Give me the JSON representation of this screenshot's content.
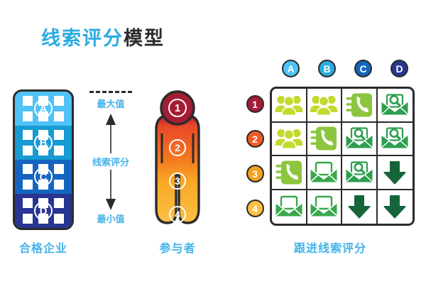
{
  "title": {
    "part_blue": "线索评分",
    "part_dark": "模型",
    "color_blue": "#29ABE2",
    "color_dark": "#2B2B2B"
  },
  "building": {
    "caption": "合格企业",
    "caption_color": "#44B3E8",
    "floors": [
      {
        "letter": "A",
        "color": "#4FC3F7"
      },
      {
        "letter": "B",
        "color": "#189AD3"
      },
      {
        "letter": "C",
        "color": "#1565C0"
      },
      {
        "letter": "D",
        "color": "#283593"
      }
    ]
  },
  "axis": {
    "max_label": "最大值",
    "mid_label": "线索评分",
    "min_label": "最小值",
    "label_color": "#44B3E8",
    "arrow_color": "#555555"
  },
  "person": {
    "caption": "参与者",
    "caption_color": "#44B3E8",
    "head_color": "#A61C34",
    "gradient": [
      "#A61C34",
      "#E8482A",
      "#F47B20",
      "#F9A825",
      "#FBC043"
    ],
    "numbers": [
      "1",
      "2",
      "3",
      "4"
    ]
  },
  "matrix": {
    "caption": "跟进线索评分",
    "caption_color": "#44B3E8",
    "columns": [
      {
        "label": "A",
        "color": "#4FC3F7"
      },
      {
        "label": "B",
        "color": "#2BABE2"
      },
      {
        "label": "C",
        "color": "#1565C0"
      },
      {
        "label": "D",
        "color": "#283593"
      }
    ],
    "rows": [
      {
        "label": "1",
        "color": "#A61C34"
      },
      {
        "label": "2",
        "color": "#F15A22"
      },
      {
        "label": "3",
        "color": "#F5A01E"
      },
      {
        "label": "4",
        "color": "#FBC043"
      }
    ],
    "icon_colors": {
      "people": "#C4D92E",
      "phone": "#8CC63F",
      "envelope": "#39A84B",
      "envelope_search": "#2E9E4F",
      "arrow": "#16653A"
    },
    "cells": [
      [
        "people-icon",
        "people-icon",
        "phone-book-icon",
        "envelope-search-icon"
      ],
      [
        "people-icon",
        "phone-book-icon",
        "envelope-search-icon",
        "envelope-search-icon"
      ],
      [
        "phone-book-icon",
        "envelope-icon",
        "envelope-search-icon",
        "down-arrow-icon"
      ],
      [
        "envelope-icon",
        "envelope-icon",
        "down-arrow-icon",
        "down-arrow-icon"
      ]
    ]
  }
}
